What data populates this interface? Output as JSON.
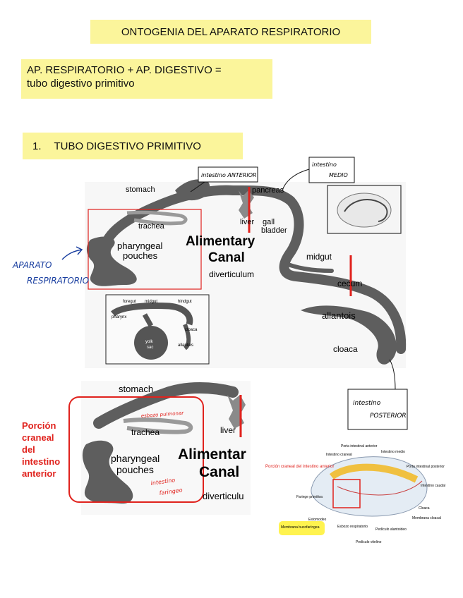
{
  "title": "ONTOGENIA DEL APARATO RESPIRATORIO",
  "subtitle_line1": "AP. RESPIRATORIO + AP. DIGESTIVO =",
  "subtitle_line2": "tubo digestivo primitivo",
  "section": {
    "number": "1.",
    "label": "TUBO DIGESTIVO PRIMITIVO"
  },
  "callouts": {
    "anterior": "intestino ANTERIOR",
    "medio_1": "intestino",
    "medio_2": "MEDIO",
    "posterior_1": "intestino",
    "posterior_2": "POSTERIOR",
    "aparato_1": "APARATO",
    "aparato_2": "RESPIRATORIO"
  },
  "diagram1": {
    "stomach": "stomach",
    "pancreas": "pancreas",
    "liver": "liver",
    "gall": "gall",
    "bladder": "bladder",
    "trachea": "trachea",
    "pharyngeal": "pharyngeal",
    "pouches": "pouches",
    "alimentary": "Alimentary",
    "canal": "Canal",
    "diverticulum": "diverticulum",
    "midgut": "midgut",
    "cecum": "cecum",
    "allantois": "allantois",
    "cloaca": "cloaca"
  },
  "inset": {
    "foregut": "foregut",
    "midgut": "midgut",
    "hindgut": "hindgut",
    "pharynx": "pharynx",
    "cloaca": "cloaca",
    "yolk": "yolk",
    "sac": "sac",
    "allantois": "allantois"
  },
  "diagram2": {
    "stomach": "stomach",
    "esbozo": "esbozo pulmonar",
    "trachea": "trachea",
    "liver": "liver",
    "pharyngeal": "pharyngeal",
    "pouches": "pouches",
    "alimentary": "Alimentar",
    "canal": "Canal",
    "diverticulum": "diverticulu",
    "intestino_faringeo_1": "intestino",
    "intestino_faringeo_2": "faringeo"
  },
  "porcion": {
    "line1": "Porción",
    "line2": "craneal",
    "line3": "del",
    "line4": "intestino",
    "line5": "anterior"
  },
  "embryo": {
    "porcion": "Porción craneal del intestino anterior",
    "porta_anterior": "Porta intestinal anterior",
    "intestino_craneal": "Intestino craneal",
    "intestino_medio": "Intestino medio",
    "porta_posterior": "Porta intestinal posterior",
    "intestino_caudal": "Intestino caudal",
    "faringe": "Faringe primitiva",
    "estomodeo": "Estomodeo",
    "membrana_buco": "Membrana bucofaríngea",
    "esbozo_resp": "Esbozo respiratorio",
    "pediculo_alantoideo": "Pedículo alantoideo",
    "cloaca": "Cloaca",
    "membrana_cloacal": "Membrana cloacal",
    "pediculo_vitelino": "Pedículo vitelino"
  },
  "colors": {
    "highlight": "#fbf59b",
    "red": "#e0221d",
    "gut": "#5e5e5e",
    "blue": "#1a3fa0"
  }
}
